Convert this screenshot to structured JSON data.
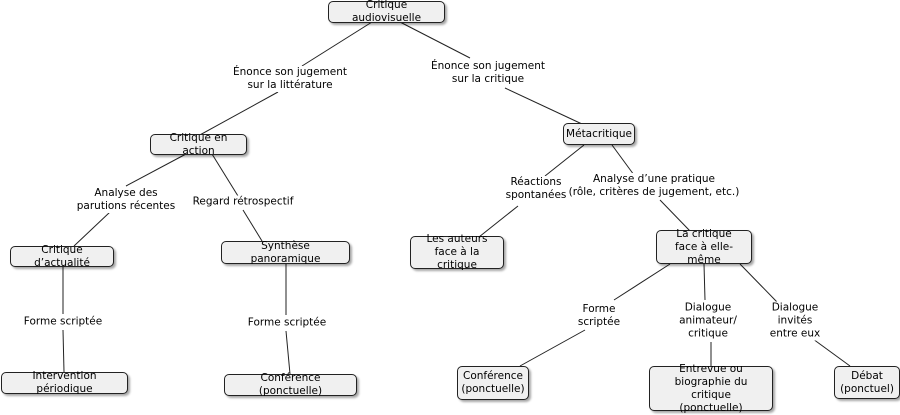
{
  "nodes": {
    "root": "Critique audiovisuelle",
    "critique_en_action": "Critique en action",
    "metacritique": "Métacritique",
    "critique_actualite": "Critique d’actualité",
    "synthese_panoramique": "Synthèse panoramique",
    "auteurs_face_critique": "Les auteurs\nface à la critique",
    "critique_face_elle_meme": "La critique\nface à elle-même",
    "intervention_periodique": "Intervention périodique",
    "conference_ponctuelle_1": "Conférence (ponctuelle)",
    "conference_ponctuelle_2": "Conférence\n(ponctuelle)",
    "entrevue_biographie": "Entrevue ou\nbiographie du critique\n(ponctuelle)",
    "debat": "Débat\n(ponctuel)"
  },
  "links": {
    "enonce_litterature": "Énonce son jugement\nsur la littérature",
    "enonce_critique": "Énonce son jugement\nsur la critique",
    "analyse_parutions": "Analyse des\nparutions récentes",
    "regard_retrospectif": "Regard rétrospectif",
    "reactions_spontanees": "Réactions\nspontanées",
    "analyse_pratique": "Analyse d’une pratique\n(rôle, critères de jugement, etc.)",
    "forme_scriptee_1": "Forme scriptée",
    "forme_scriptee_2": "Forme scriptée",
    "forme_scriptee_3": "Forme\nscriptée",
    "dialogue_animateur": "Dialogue\nanimateur/\ncritique",
    "dialogue_invites": "Dialogue\ninvités\nentre eux"
  }
}
